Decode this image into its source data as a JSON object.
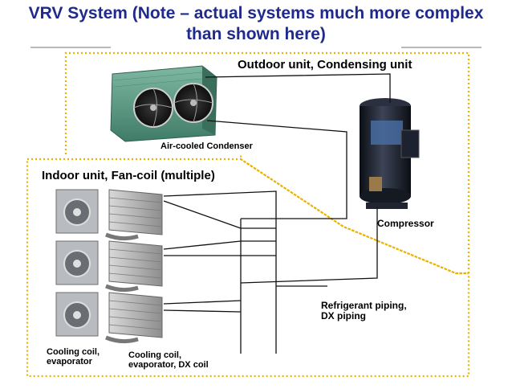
{
  "title": {
    "line1": "VRV System (Note – actual systems much more complex",
    "line2": "than shown here)"
  },
  "labels": {
    "outdoor_unit": "Outdoor unit, Condensing unit",
    "condenser": "Air-cooled Condenser",
    "indoor_unit": "Indoor unit, Fan-coil (multiple)",
    "compressor": "Compressor",
    "piping_line1": "Refrigerant piping,",
    "piping_line2": "DX piping",
    "cooling_coil_line1": "Cooling coil,",
    "cooling_coil_line2": "evaporator",
    "dx_coil_line1": "Cooling coil,",
    "dx_coil_line2": "evaporator, DX coil"
  },
  "colors": {
    "title": "#1f2a8c",
    "dotted_border": "#e8b400",
    "condenser_body": "#5a9a84",
    "compressor_body": "#1a1f2a",
    "pipe": "#111111"
  },
  "icons": [
    "condenser-fan-icon",
    "compressor-icon",
    "fan-coil-unit-icon",
    "coil-icon"
  ]
}
